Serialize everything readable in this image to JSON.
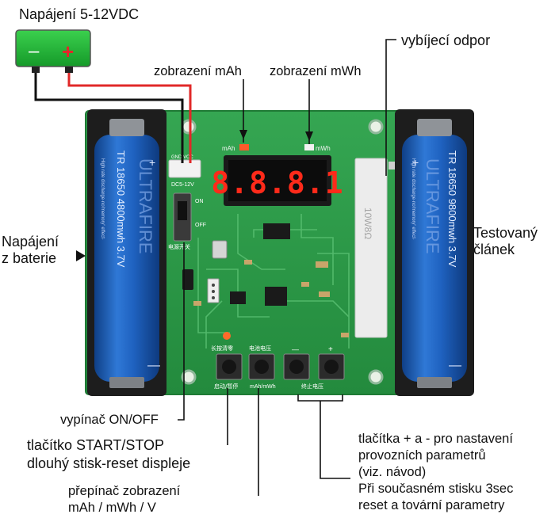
{
  "labels": {
    "power_supply": "Napájení 5-12VDC",
    "discharge_resistor": "vybíjecí odpor",
    "display_mah": "zobrazení mAh",
    "display_mwh": "zobrazení mWh",
    "battery_power": "Napájení\nz baterie",
    "tested_cell": "Testovaný\nčlánek",
    "switch_on_off": "vypínač ON/OFF",
    "start_stop_button": "tlačítko START/STOP\ndlouhý stisk-reset displeje",
    "display_toggle": "přepínač zobrazení\nmAh / mWh / V",
    "plus_minus_buttons": "tlačítka + a - pro nastavení\nprovozních parametrů\n(viz. návod)\nPři současném stisku 3sec\nreset a tovární parametry"
  },
  "supply_box": {
    "minus": "–",
    "plus": "+"
  },
  "display": {
    "digits": "8.8.8.1"
  },
  "board_text": {
    "input_label": "DC5-12V",
    "gnd_vcc": "GND VCC",
    "power_switch": "电源开关",
    "on": "ON",
    "off": "OFF",
    "mah_small": "mAh",
    "mwh_small": "mWh",
    "long_press_clear": "长按清零",
    "battery_voltage": "电池电压",
    "start_pause": "启动/暂停",
    "mah_mwh": "mAh/mWh",
    "end_voltage": "终止电压",
    "minus": "—",
    "plus": "+"
  },
  "left_battery": {
    "model": "TR 18650 4800mwh 3.7V",
    "brand": "ULTRAFIRE",
    "fine": "High rate discharge·no'memory' effect·"
  },
  "right_battery": {
    "model": "TR 18650 9800mwh 3.7V",
    "brand": "ULTRAFIRE",
    "fine": "High rate discharge·no'memory' effect·"
  },
  "resistor": {
    "value": "10W8Ω"
  },
  "colors": {
    "pcb": "#2e9e4a",
    "battery_blue": "#1e5fb8",
    "supply_green": "#22b83a",
    "led_red": "#ff2a1a"
  }
}
